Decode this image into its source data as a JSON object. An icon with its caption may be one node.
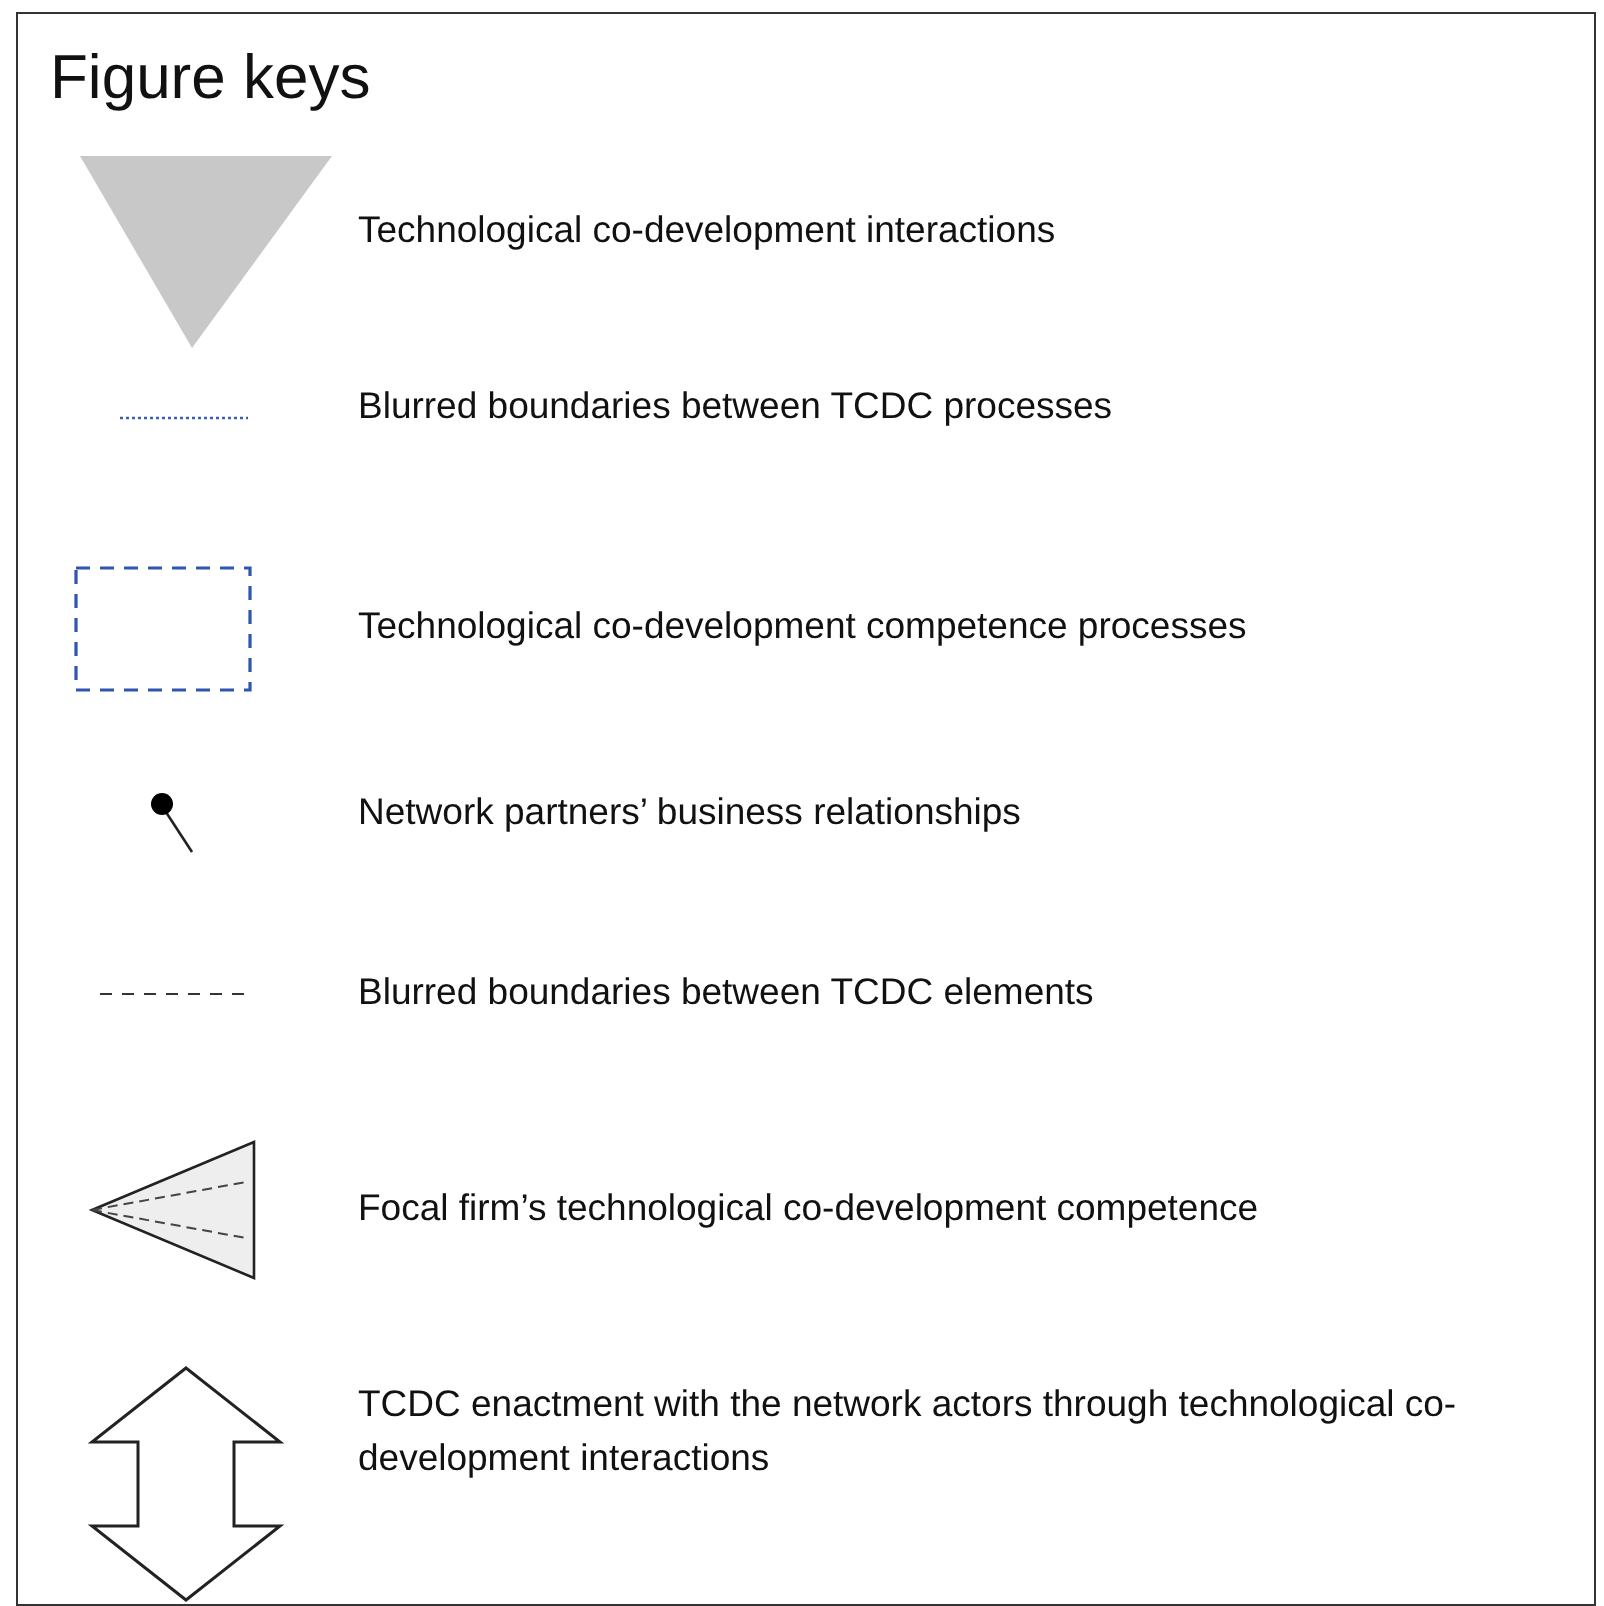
{
  "diagram": {
    "title": "Figure keys",
    "legend": [
      {
        "text": "Technological co-development interactions"
      },
      {
        "text": "Blurred boundaries between TCDC processes"
      },
      {
        "text": "Technological co-development competence processes"
      },
      {
        "text": "Network partners’ business relationships"
      },
      {
        "text": "Blurred boundaries between TCDC elements"
      },
      {
        "text": "Focal firm’s technological co-development competence"
      },
      {
        "text": "TCDC enactment with the network actors through technological co-development interactions"
      }
    ]
  }
}
